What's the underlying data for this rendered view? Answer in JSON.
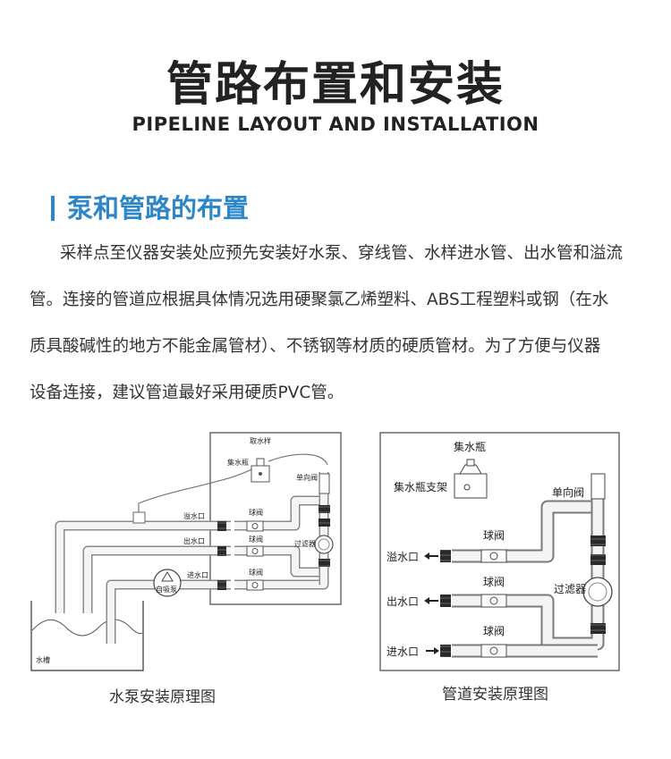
{
  "header": {
    "title": "管路布置和安装",
    "subtitle": "PIPELINE LAYOUT AND INSTALLATION"
  },
  "section": {
    "heading": "泵和管路的布置",
    "paragraph_lines": [
      "采样点至仪器安装处应预先安装好水泵、穿线管、水样进水管、出水管和溢流",
      "管。连接的管道应根据具体情况选用硬聚氯乙烯塑料、ABS工程塑料或钢（在水",
      "质具酸碱性的地方不能金属管材）、不锈钢等材质的硬质管材。为了方便与仪器",
      "设备连接，建议管道最好采用硬质PVC管。"
    ]
  },
  "diagram_left": {
    "caption": "水泵安装原理图",
    "labels": {
      "sampling": "取水样",
      "bottle": "集水瓶",
      "check_valve": "单向阀",
      "overflow": "溢水口",
      "outlet": "出水口",
      "inlet": "进水口",
      "ball_valve": "球阀",
      "filter": "过滤器",
      "pump": "自吸泵",
      "tank": "水槽"
    }
  },
  "diagram_right": {
    "caption": "管道安装原理图",
    "labels": {
      "bottle": "集水瓶",
      "bracket": "集水瓶支架",
      "check_valve": "单向阀",
      "ball_valve": "球阀",
      "filter": "过滤器",
      "overflow": "溢水口",
      "outlet": "出水口",
      "inlet": "进水口"
    }
  }
}
